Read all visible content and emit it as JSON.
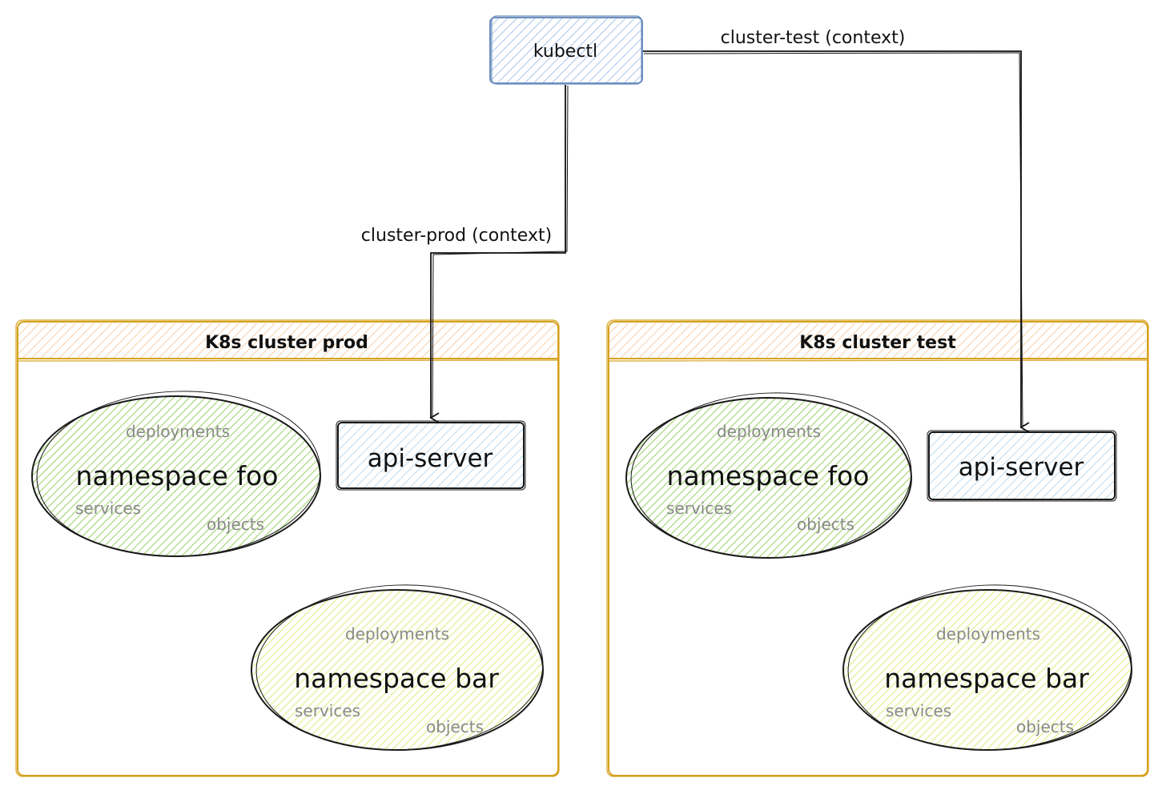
{
  "kubectl": {
    "label": "kubectl"
  },
  "edges": {
    "prod_label": "cluster-prod (context)",
    "test_label": "cluster-test (context)"
  },
  "clusters": [
    {
      "title": "K8s cluster prod",
      "api_server": "api-server",
      "namespaces": [
        {
          "name": "namespace foo",
          "items": [
            "deployments",
            "services",
            "objects"
          ]
        },
        {
          "name": "namespace bar",
          "items": [
            "deployments",
            "services",
            "objects"
          ]
        }
      ]
    },
    {
      "title": "K8s cluster test",
      "api_server": "api-server",
      "namespaces": [
        {
          "name": "namespace foo",
          "items": [
            "deployments",
            "services",
            "objects"
          ]
        },
        {
          "name": "namespace bar",
          "items": [
            "deployments",
            "services",
            "objects"
          ]
        }
      ]
    }
  ],
  "colors": {
    "kubectl_fill": "#dae8fc",
    "kubectl_stroke": "#6c8ebf",
    "cluster_stroke": "#d6a21e",
    "cluster_header_fill": "#fde2c8",
    "api_fill": "#dcecf8",
    "ns_foo_fill": "#c8e6a0",
    "ns_bar_fill": "#eef5a6"
  }
}
